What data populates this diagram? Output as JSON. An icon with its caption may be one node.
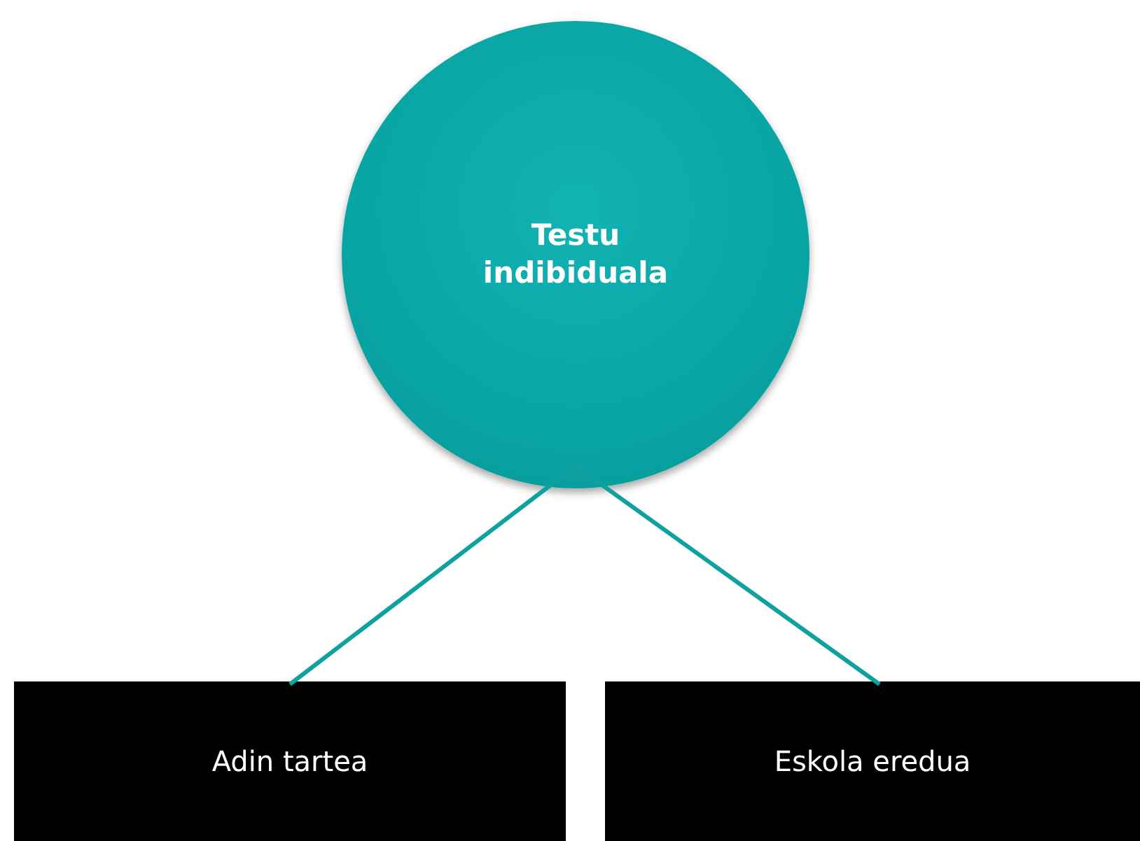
{
  "diagram": {
    "nodes": [
      {
        "text": [
          "Testu indibiduala"
        ]
      },
      {
        "text": [
          "Adin tartea"
        ]
      },
      {
        "text": [
          "Eskola eredua"
        ]
      }
    ],
    "edges": [
      {
        "from": 1,
        "to": 0,
        "arrow": "to"
      },
      {
        "from": 2,
        "to": 0,
        "arrow": "to"
      }
    ]
  }
}
